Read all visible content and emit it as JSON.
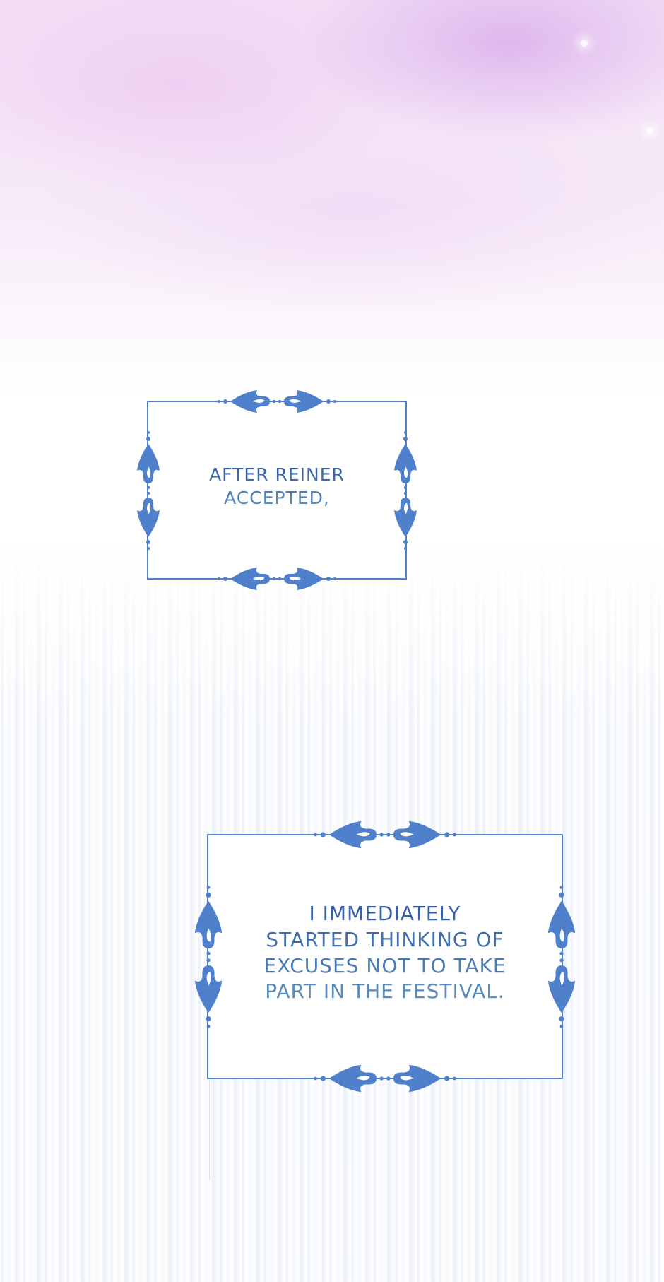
{
  "panel": {
    "captions": [
      {
        "lines": [
          "AFTER REINER",
          "ACCEPTED,"
        ]
      },
      {
        "lines": [
          "I IMMEDIATELY",
          "STARTED THINKING OF",
          "EXCUSES NOT TO TAKE",
          "PART IN THE FESTIVAL."
        ]
      }
    ]
  },
  "colors": {
    "frame": "#4f80cc",
    "text_top": "#2f58a6",
    "text_bottom": "#5f93bd",
    "haze": "#f3def5"
  }
}
